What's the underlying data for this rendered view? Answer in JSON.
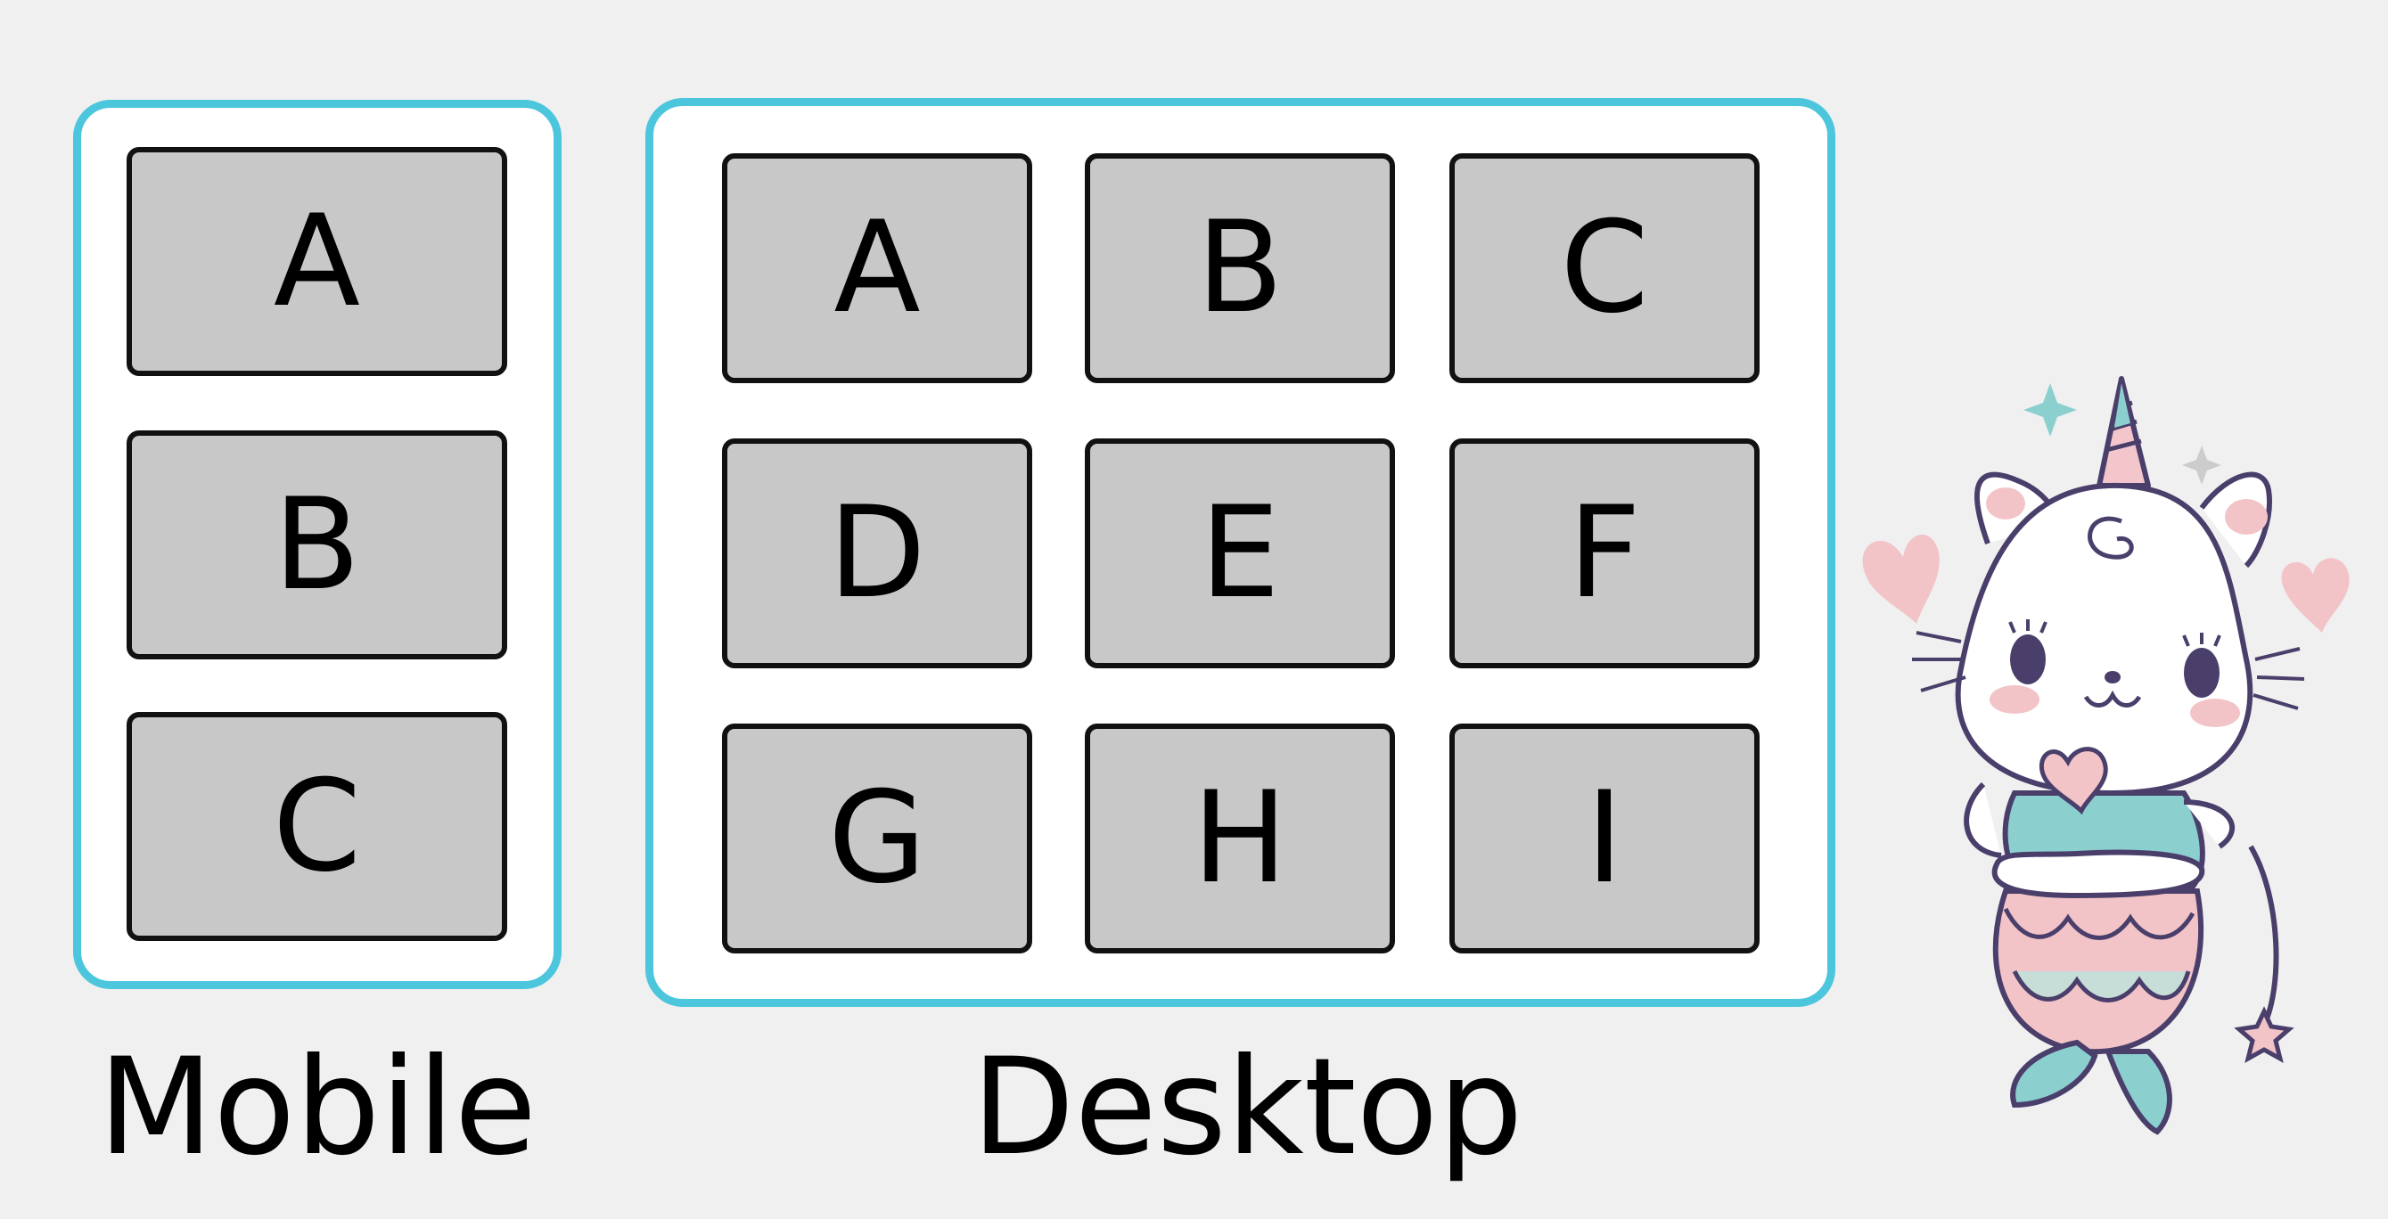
{
  "mobile": {
    "label": "Mobile",
    "cells": [
      "A",
      "B",
      "C"
    ]
  },
  "desktop": {
    "label": "Desktop",
    "cells": [
      "A",
      "B",
      "C",
      "D",
      "E",
      "F",
      "G",
      "H",
      "I"
    ]
  },
  "colors": {
    "frame_border": "#4cc6dc",
    "frame_fill": "#ffffff",
    "cell_fill": "#c8c8c8",
    "cell_border": "#111111",
    "background": "#f0f0f0"
  },
  "illustration": {
    "icon": "unicorn-mermaid-cat-icon"
  }
}
